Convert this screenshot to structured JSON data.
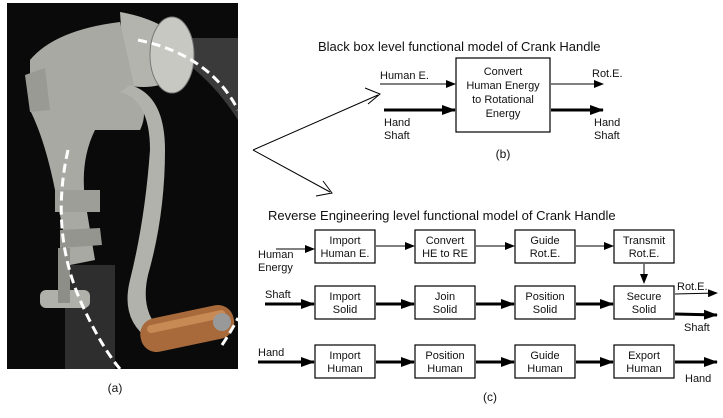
{
  "photo": {
    "caption": "(a)",
    "description_icon": "meat-grinder-photo"
  },
  "blackbox": {
    "title": "Black box level functional model of Crank Handle",
    "box_lines": [
      "Convert",
      "Human Energy",
      "to Rotational",
      "Energy"
    ],
    "input_top": "Human E.",
    "input_bottom_lines": [
      "Hand",
      "Shaft"
    ],
    "output_top": "Rot.E.",
    "output_bottom_lines": [
      "Hand",
      "Shaft"
    ],
    "caption": "(b)"
  },
  "reverse": {
    "title": "Reverse Engineering level functional model of Crank Handle",
    "row1": [
      [
        "Import",
        "Human E."
      ],
      [
        "Convert",
        "HE to RE"
      ],
      [
        "Guide",
        "Rot.E."
      ],
      [
        "Transmit",
        "Rot.E."
      ]
    ],
    "row2": [
      [
        "Import",
        "Solid"
      ],
      [
        "Join",
        "Solid"
      ],
      [
        "Position",
        "Solid"
      ],
      [
        "Secure",
        "Solid"
      ]
    ],
    "row3": [
      [
        "Import",
        "Human"
      ],
      [
        "Position",
        "Human"
      ],
      [
        "Guide",
        "Human"
      ],
      [
        "Export",
        "Human"
      ]
    ],
    "row1_input_lines": [
      "Human",
      "Energy"
    ],
    "row2_input": "Shaft",
    "row2_output_top": "Rot.E.",
    "row2_output_bottom": "Shaft",
    "row3_input": "Hand",
    "row3_output": "Hand",
    "caption": "(c)"
  },
  "colors": {
    "line": "#000000",
    "photo_bg": "#0a0a0a",
    "metal": "#a9a9a4",
    "wood": "#a86a3a",
    "gray_wedge": "#3a3a3a"
  }
}
